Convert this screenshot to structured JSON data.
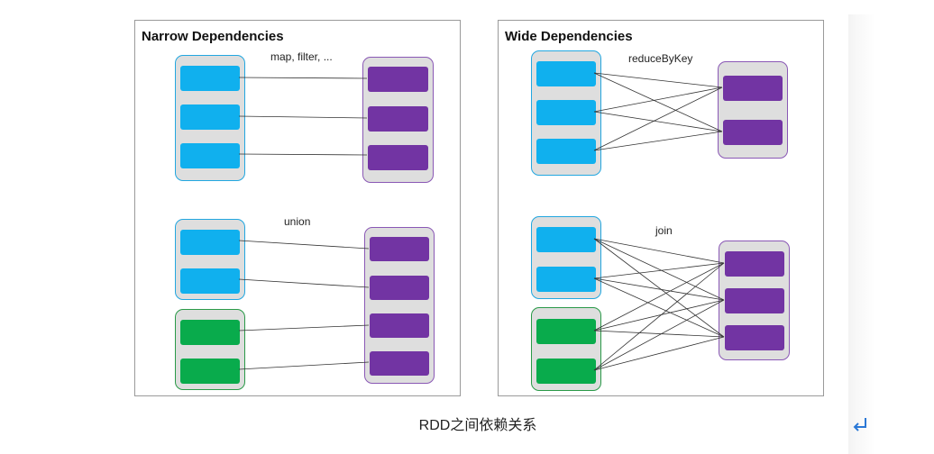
{
  "panels": {
    "narrow": {
      "title": "Narrow Dependencies"
    },
    "wide": {
      "title": "Wide Dependencies"
    }
  },
  "operations": {
    "map_filter": "map, filter, ...",
    "union": "union",
    "reduce_by_key": "reduceByKey",
    "join": "join"
  },
  "caption": "RDD之间依赖关系",
  "colors": {
    "parent_partition": "#10b0ee",
    "child_partition": "#7234a3",
    "second_parent_partition": "#09ab4c",
    "rdd_box": "#dedede"
  },
  "icons": {
    "return": "return-arrow-icon"
  }
}
